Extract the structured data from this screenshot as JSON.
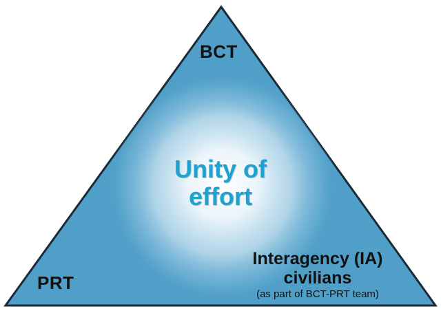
{
  "diagram": {
    "vertices": {
      "top": "BCT",
      "bottom_left": "PRT",
      "bottom_right": {
        "line1": "Interagency (IA)",
        "line2": "civilians",
        "note": "(as part of BCT-PRT team)"
      }
    },
    "center": {
      "line1": "Unity of",
      "line2": "effort"
    },
    "colors": {
      "triangle_fill": "#4f9fc9",
      "triangle_stroke": "#1a2a36",
      "sphere_highlight": "#ffffff",
      "center_text": "#1fa2d0",
      "label_text": "#111111"
    }
  }
}
